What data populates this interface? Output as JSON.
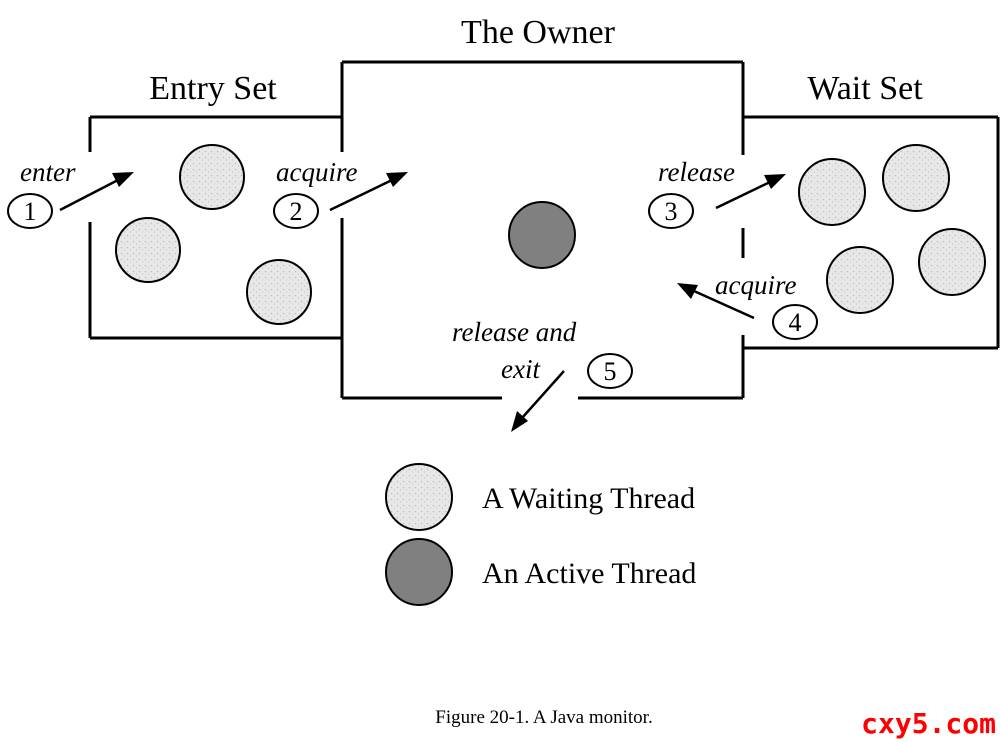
{
  "headings": {
    "owner": "The Owner",
    "entry_set": "Entry Set",
    "wait_set": "Wait Set"
  },
  "steps": [
    {
      "number": "1",
      "label": "enter"
    },
    {
      "number": "2",
      "label": "acquire"
    },
    {
      "number": "3",
      "label": "release"
    },
    {
      "number": "4",
      "label": "acquire"
    },
    {
      "number": "5",
      "label_line1": "release and",
      "label_line2": "exit"
    }
  ],
  "legend": {
    "waiting": "A Waiting Thread",
    "active": "An Active Thread"
  },
  "caption": "Figure 20-1. A Java monitor.",
  "watermark": "cxy5.com",
  "colors": {
    "waiting_thread_fill": "#e6e6e6",
    "active_thread_fill": "#808080",
    "watermark": "#ff0000"
  }
}
